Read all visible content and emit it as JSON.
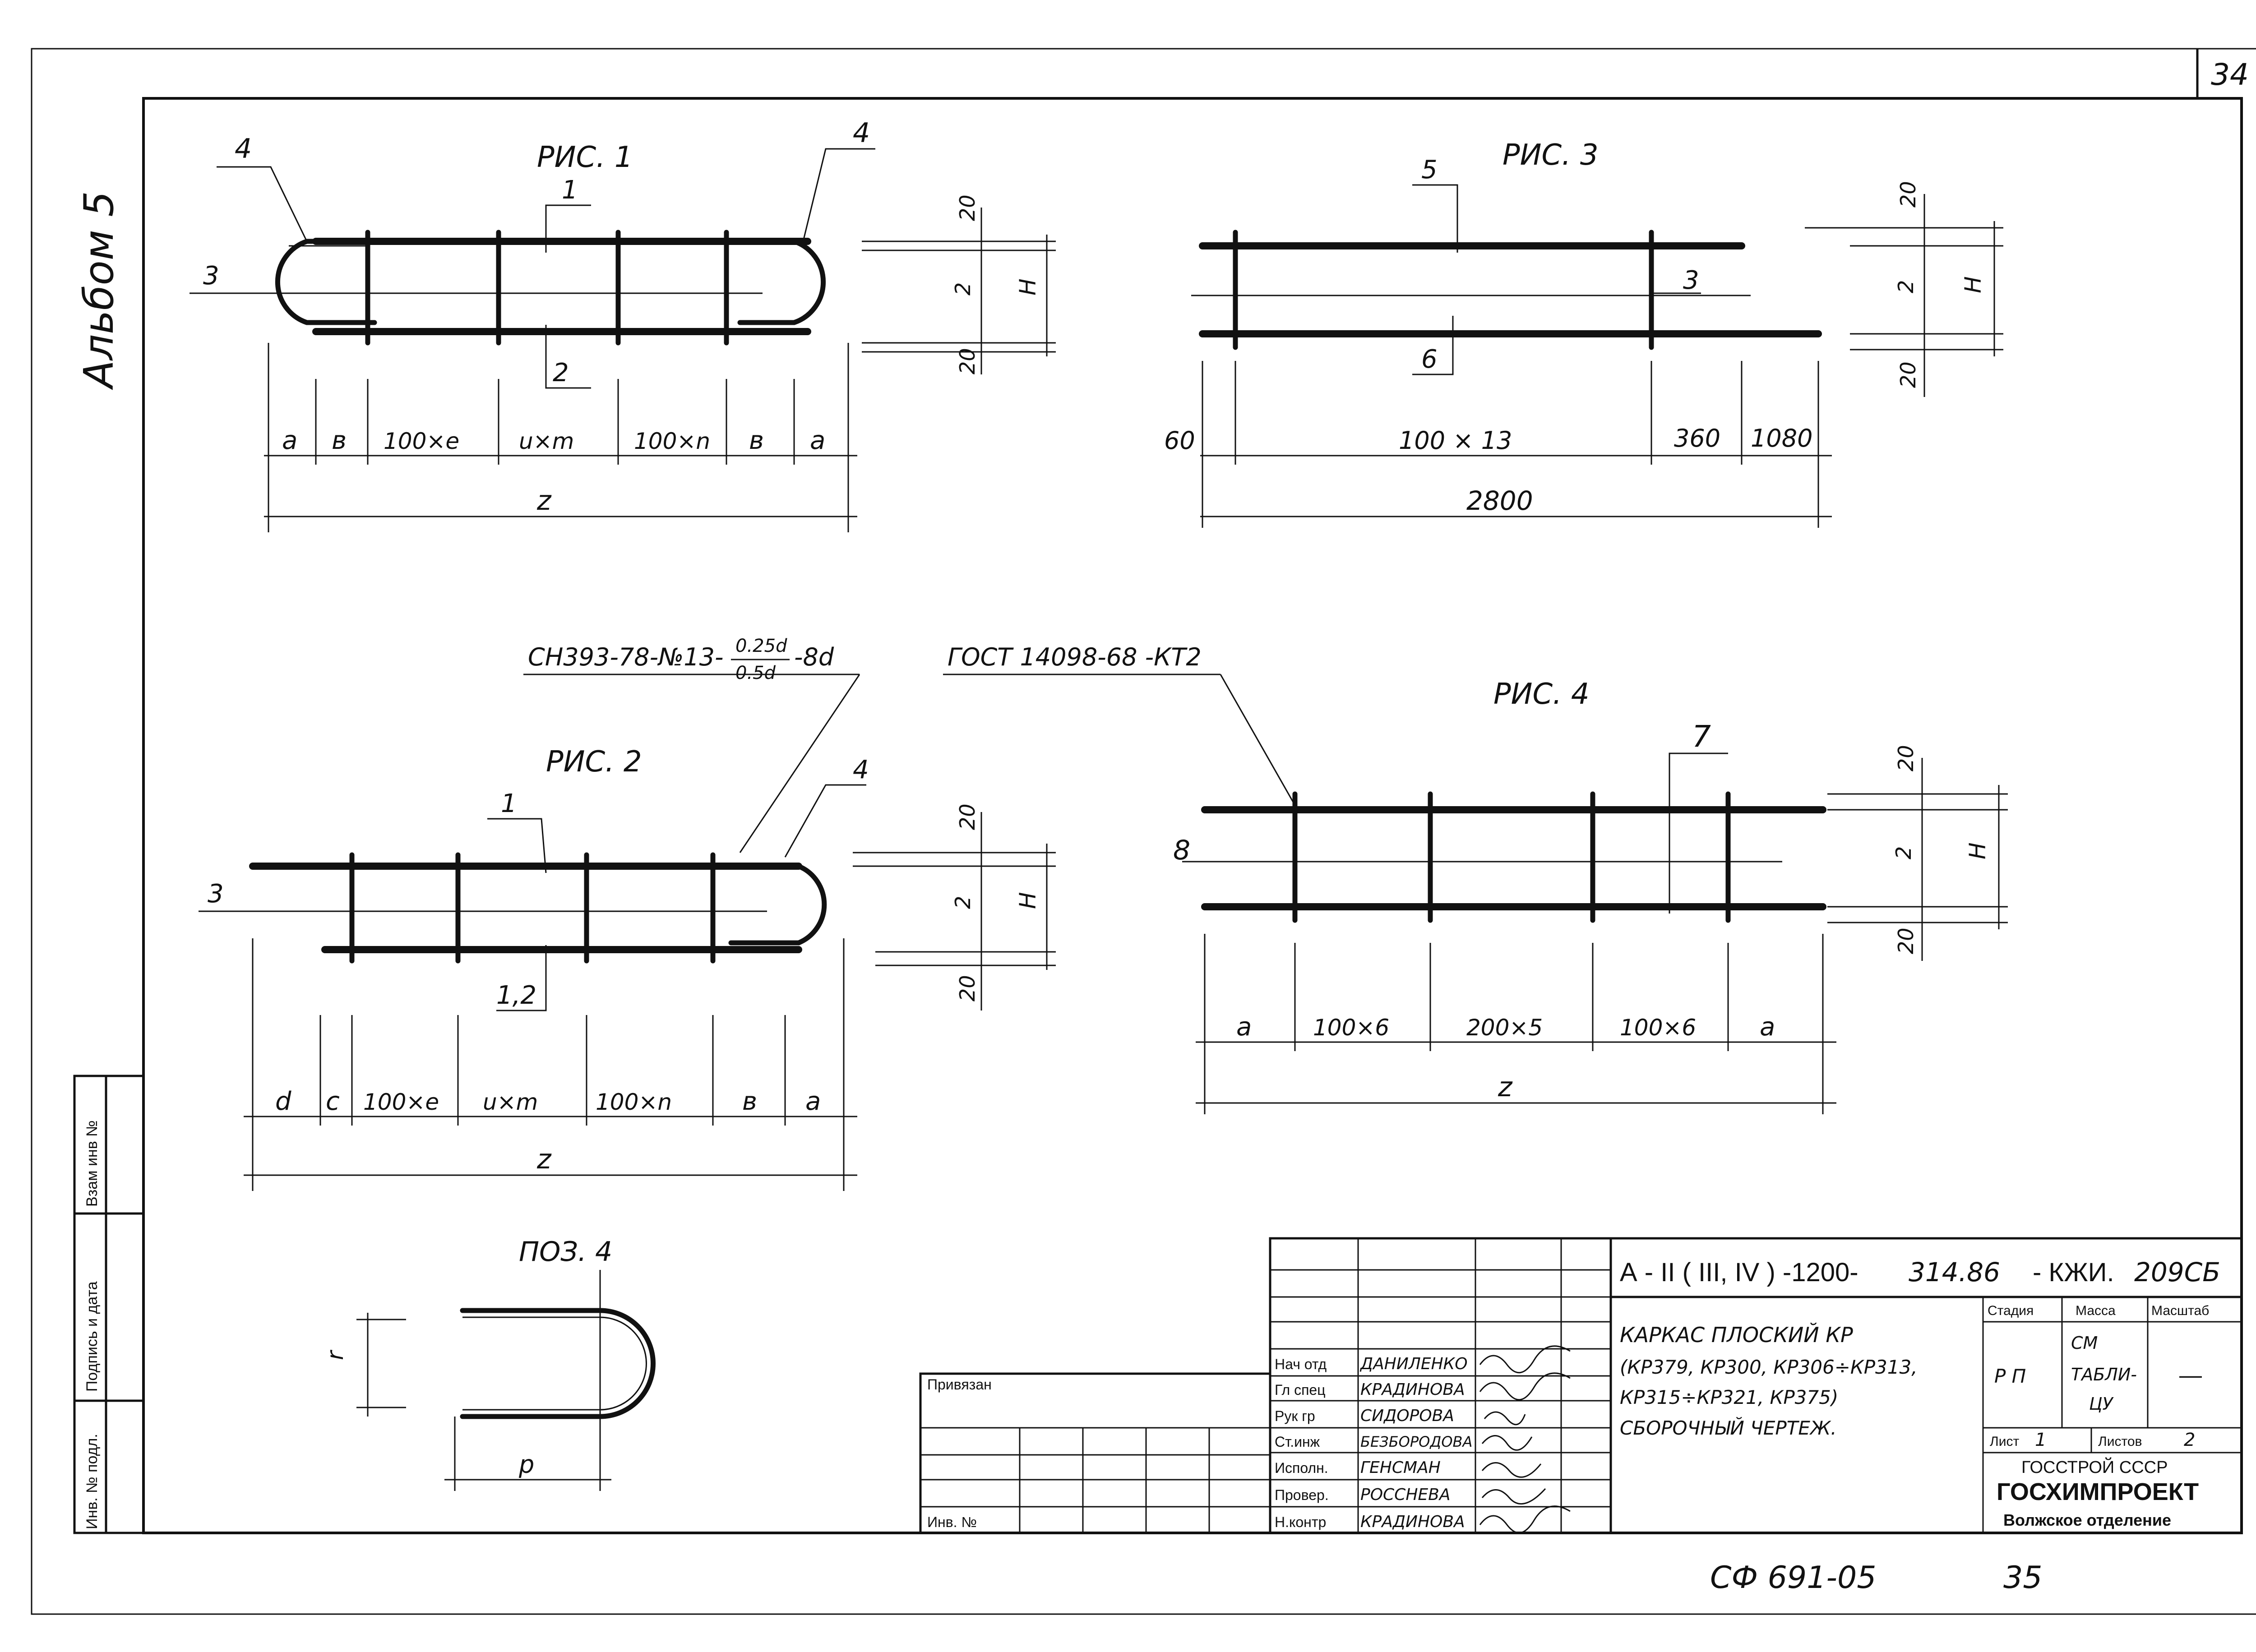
{
  "sheet_number": "34",
  "album_label": "Альбом 5",
  "bottom_code": "СФ 691-05",
  "bottom_page": "35",
  "side_stamp": {
    "vzam_inv": "Взам инв №",
    "podpis_data": "Подпись и дата",
    "inv_podl": "Инв. № подл."
  },
  "fig1": {
    "title": "РИС. 1",
    "callouts": [
      "4",
      "4",
      "1",
      "2",
      "3"
    ],
    "dims_bottom": [
      "a",
      "в",
      "100×е",
      "u×m",
      "100×n",
      "в",
      "a"
    ],
    "dim_total": "z",
    "dims_right": [
      "20",
      "2",
      "20"
    ],
    "dim_right_total": "H"
  },
  "fig2": {
    "title": "РИС. 2",
    "weld_note_main": "СН393-78-№13-",
    "weld_note_num": "0.25d",
    "weld_note_den": "0.5d",
    "weld_note_tail": "-8d",
    "callouts": [
      "1",
      "4",
      "3",
      "1,2"
    ],
    "dims_bottom": [
      "d",
      "c",
      "100×е",
      "u×m",
      "100×n",
      "в",
      "a"
    ],
    "dim_total": "z",
    "dims_right": [
      "20",
      "2",
      "20"
    ],
    "dim_right_total": "H"
  },
  "fig3": {
    "title": "РИС. 3",
    "callouts": [
      "5",
      "3",
      "6"
    ],
    "dims_bottom": [
      "60",
      "100 × 13",
      "360",
      "1080"
    ],
    "dim_total": "2800",
    "dims_right": [
      "20",
      "2",
      "20"
    ],
    "dim_right_total": "H"
  },
  "fig4": {
    "title": "РИС. 4",
    "weld_note": "ГОСТ 14098-68 -КТ2",
    "callouts": [
      "7",
      "8"
    ],
    "dims_bottom": [
      "a",
      "100×6",
      "200×5",
      "100×6",
      "a"
    ],
    "dim_total": "z",
    "dims_right": [
      "20",
      "2",
      "20"
    ],
    "dim_right_total": "H"
  },
  "pos4": {
    "title": "ПОЗ. 4",
    "dim_height": "r",
    "dim_width": "p"
  },
  "title_block": {
    "code_left": "А - II ( III, IV ) -1200-",
    "code_num": "314.86",
    "code_right": "- КЖИ.",
    "code_sheet": "209СБ",
    "description": [
      "КАРКАС ПЛОСКИЙ КР",
      "(КР379, КР300, КР306÷КР313,",
      "КР315÷КР321, КР375)",
      "СБОРОЧНЫЙ ЧЕРТЕЖ."
    ],
    "hdr_stage": "Стадия",
    "hdr_mass": "Масса",
    "hdr_scale": "Масштаб",
    "val_stage": "Р П",
    "val_mass": [
      "СМ",
      "ТАБЛИ-",
      "ЦУ"
    ],
    "val_scale": "—",
    "sheet_label": "Лист",
    "sheet_value": "1",
    "sheets_label": "Листов",
    "sheets_value": "2",
    "org_1": "ГОССТРОЙ СССР",
    "org_2": "ГОСХИМПРОЕКТ",
    "org_3": "Волжское отделение",
    "privyazan": "Привязан",
    "inv_no": "Инв. №",
    "roles": [
      {
        "role": "Нач отд",
        "name": "ДАНИЛЕНКО"
      },
      {
        "role": "Гл спец",
        "name": "КРАДИНОВА"
      },
      {
        "role": "Рук гр",
        "name": "СИДОРОВА"
      },
      {
        "role": "Ст.инж",
        "name": "БЕЗБОРОДОВА"
      },
      {
        "role": "Исполн.",
        "name": "ГЕНСМАН"
      },
      {
        "role": "Провер.",
        "name": "РОССНЕВА"
      },
      {
        "role": "Н.контр",
        "name": "КРАДИНОВА"
      }
    ]
  }
}
